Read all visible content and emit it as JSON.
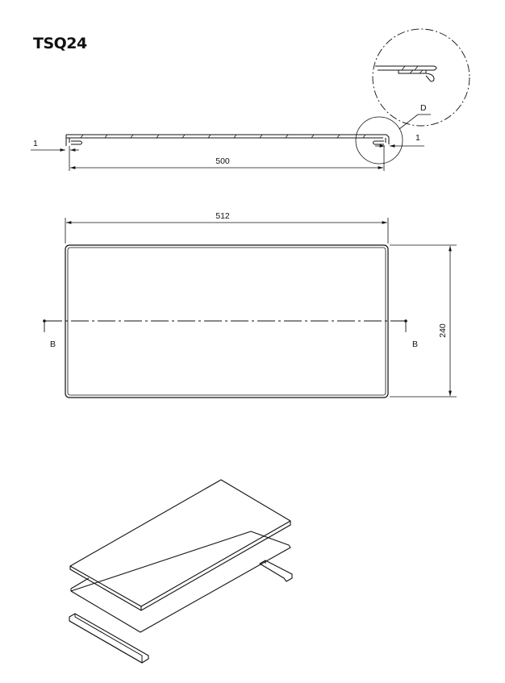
{
  "drawing": {
    "title": "TSQ24",
    "section_view": {
      "length_dim": "500",
      "left_offset_dim": "1",
      "right_offset_dim": "1",
      "detail_callout": "D"
    },
    "plan_view": {
      "width_dim": "512",
      "height_dim": "240",
      "section_left": "B",
      "section_right": "B"
    }
  }
}
